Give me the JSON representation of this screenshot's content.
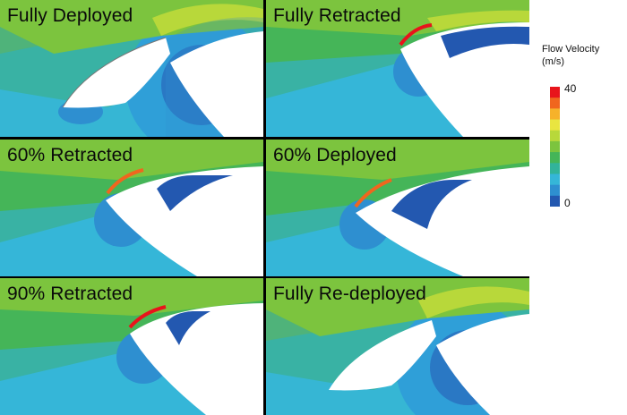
{
  "panels": [
    {
      "label": "Fully Deployed"
    },
    {
      "label": "Fully Retracted"
    },
    {
      "label": "60% Retracted"
    },
    {
      "label": "60% Deployed"
    },
    {
      "label": "90% Retracted"
    },
    {
      "label": "Fully Re-deployed"
    }
  ],
  "legend": {
    "title_line1": "Flow Velocity",
    "title_line2": "(m/s)",
    "max_label": "40",
    "min_label": "0",
    "colors": [
      "#e8141b",
      "#f0661e",
      "#f6b22a",
      "#e9e540",
      "#b8d83a",
      "#7cc43e",
      "#45b558",
      "#32b39a",
      "#35b6d8",
      "#2e8fd0",
      "#2358b0"
    ]
  }
}
